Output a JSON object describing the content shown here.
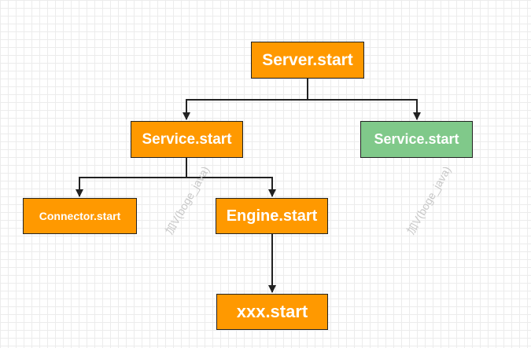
{
  "diagram": {
    "nodes": {
      "server": {
        "label": "Server.start",
        "color": "#ff9900"
      },
      "service_1": {
        "label": "Service.start",
        "color": "#ff9900"
      },
      "service_2": {
        "label": "Service.start",
        "color": "#80c98a"
      },
      "connector": {
        "label": "Connector.start",
        "color": "#ff9900"
      },
      "engine": {
        "label": "Engine.start",
        "color": "#ff9900"
      },
      "xxx": {
        "label": "xxx.start",
        "color": "#ff9900"
      }
    },
    "edges": [
      {
        "from": "server",
        "to": "service_1"
      },
      {
        "from": "server",
        "to": "service_2"
      },
      {
        "from": "service_1",
        "to": "connector"
      },
      {
        "from": "service_1",
        "to": "engine"
      },
      {
        "from": "engine",
        "to": "xxx"
      }
    ],
    "watermark": "加V(boge_java)"
  }
}
